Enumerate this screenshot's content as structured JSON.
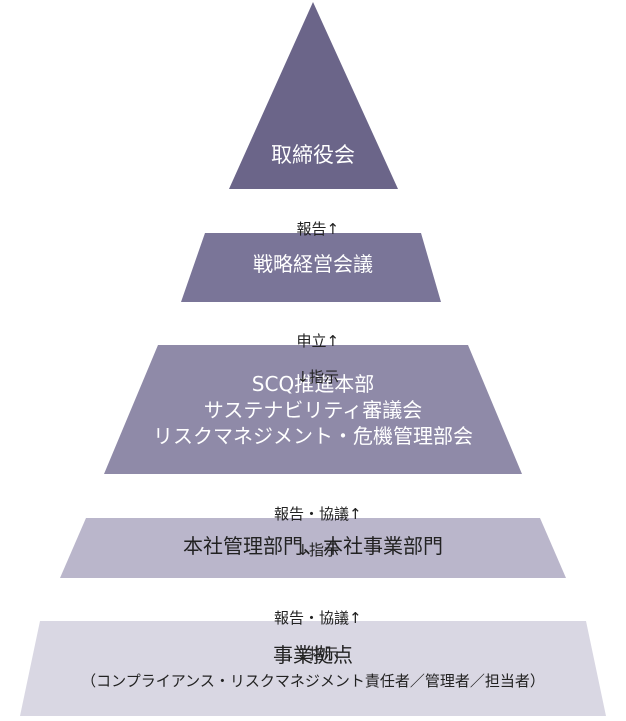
{
  "colors": {
    "tier1": "#6b6589",
    "tier2": "#7a7598",
    "tier3": "#8f8aa8",
    "tier4": "#bab6cb",
    "tier5": "#d9d7e3",
    "text_light": "#ffffff",
    "text_dark": "#222222"
  },
  "tiers": [
    {
      "lines": [
        "取締役会"
      ]
    },
    {
      "lines": [
        "戦略経営会議"
      ]
    },
    {
      "lines": [
        "SCQ推進本部",
        "サステナビリティ審議会",
        "リスクマネジメント・危機管理部会"
      ]
    },
    {
      "lines": [
        "本社管理部門、本社事業部門"
      ]
    },
    {
      "lines": [
        "事業拠点",
        "（コンプライアンス・リスクマネジメント責任者／管理者／担当者）"
      ]
    }
  ],
  "connectors": [
    {
      "up": "報告↑",
      "down": ""
    },
    {
      "up": "申立↑",
      "down": "↓指示"
    },
    {
      "up": "報告・協議↑",
      "down": "↓指示"
    },
    {
      "up": "報告・協議↑",
      "down": "↓指示"
    }
  ]
}
